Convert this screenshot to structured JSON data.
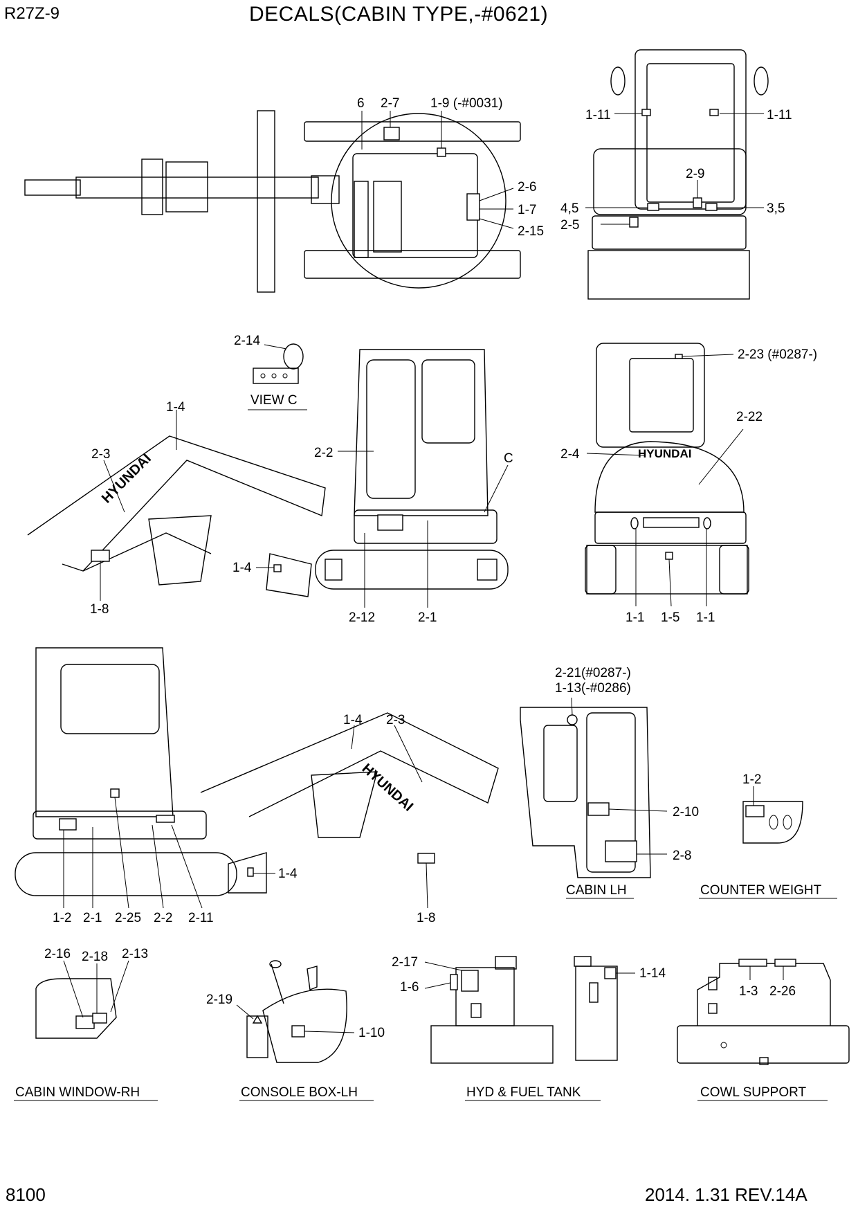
{
  "header": {
    "model": "R27Z-9",
    "title": "DECALS(CABIN TYPE,-#0621)"
  },
  "footer": {
    "page_number": "8100",
    "revision": "2014. 1.31  REV.14A"
  },
  "views": {
    "view_c": "VIEW C",
    "cabin_lh": "CABIN LH",
    "counter_weight": "COUNTER WEIGHT",
    "cabin_window_rh": "CABIN WINDOW-RH",
    "console_box_lh": "CONSOLE BOX-LH",
    "hyd_fuel_tank": "HYD & FUEL TANK",
    "cowl_support": "COWL SUPPORT"
  },
  "brand_text": "HYUNDAI",
  "callouts": {
    "top_6": "6",
    "top_2_7": "2-7",
    "top_1_9": "1-9 (-#0031)",
    "top_2_6": "2-6",
    "top_1_7": "1-7",
    "top_2_15": "2-15",
    "front_1_11_left": "1-11",
    "front_1_11_right": "1-11",
    "front_2_9": "2-9",
    "front_4_5": "4,5",
    "front_3_5": "3,5",
    "front_2_5": "2-5",
    "viewc_2_14": "2-14",
    "side_1_4_top": "1-4",
    "side_2_3": "2-3",
    "side_2_2": "2-2",
    "side_c": "C",
    "side_1_4_blade": "1-4",
    "side_1_8": "1-8",
    "side_2_12": "2-12",
    "side_2_1": "2-1",
    "rear_2_23": "2-23 (#0287-)",
    "rear_2_22": "2-22",
    "rear_2_4": "2-4",
    "rear_1_1_left": "1-1",
    "rear_1_5": "1-5",
    "rear_1_1_right": "1-1",
    "left_1_4_top": "1-4",
    "left_2_3": "2-3",
    "left_1_4_blade": "1-4",
    "left_1_2": "1-2",
    "left_2_1": "2-1",
    "left_2_25": "2-25",
    "left_2_2": "2-2",
    "left_2_11": "2-11",
    "left_1_8": "1-8",
    "cab_2_21": "2-21(#0287-)",
    "cab_1_13": "1-13(-#0286)",
    "cab_2_10": "2-10",
    "cab_2_8": "2-8",
    "cw_1_2": "1-2",
    "win_2_16": "2-16",
    "win_2_18": "2-18",
    "win_2_13": "2-13",
    "con_2_19": "2-19",
    "con_1_10": "1-10",
    "hyd_2_17": "2-17",
    "hyd_1_6": "1-6",
    "hyd_1_14": "1-14",
    "cowl_1_3": "1-3",
    "cowl_2_26": "2-26"
  }
}
